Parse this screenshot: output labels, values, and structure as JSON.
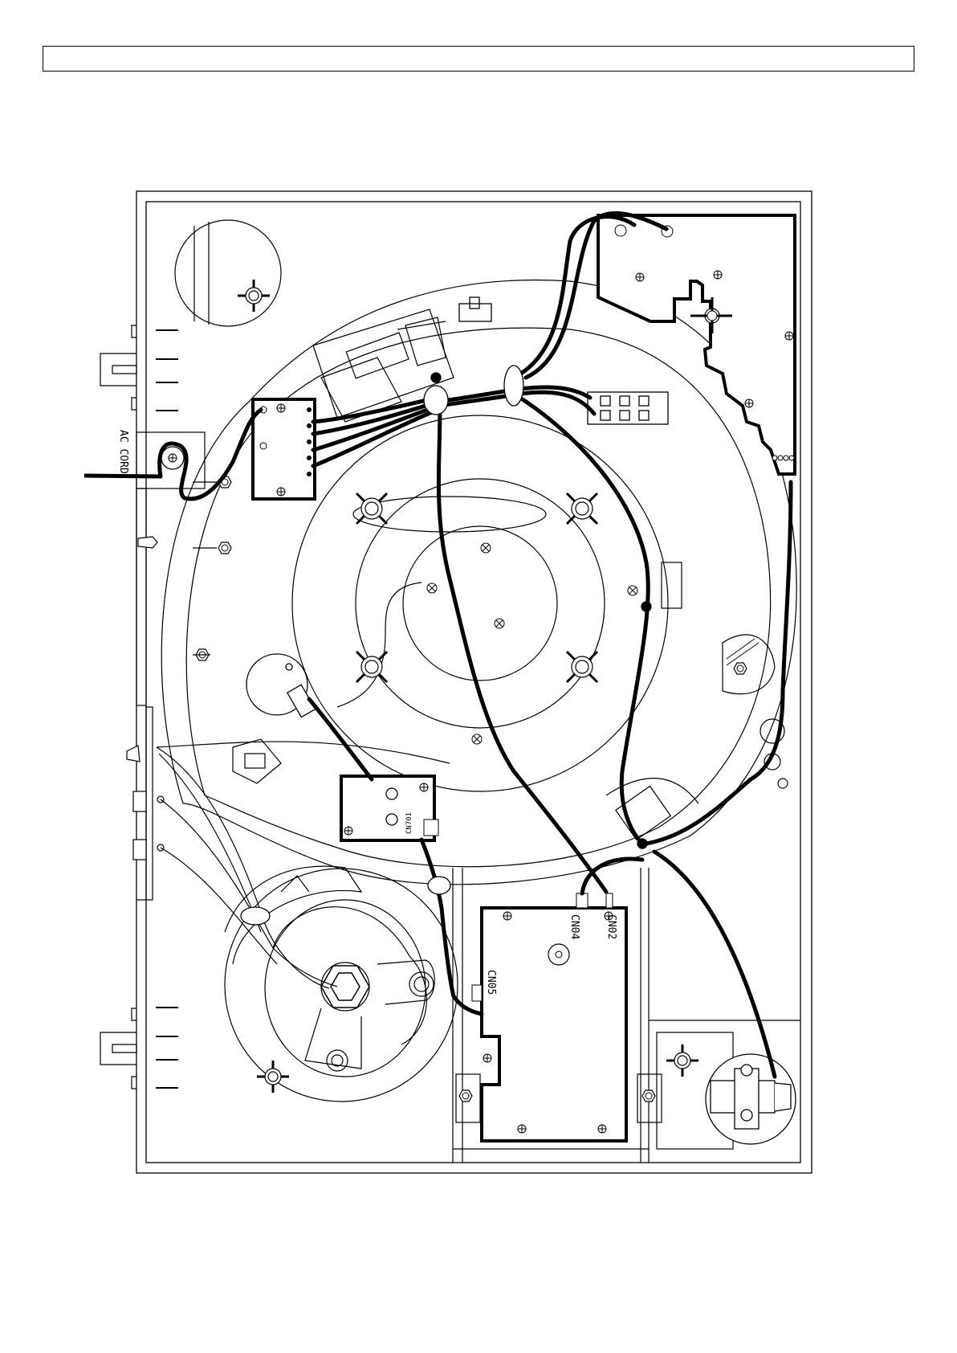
{
  "header": {
    "title": ""
  },
  "diagram": {
    "labels": {
      "ac_cord": "AC CORD",
      "cn02": "CN02",
      "cn04": "CN04",
      "cn05": "CN05",
      "cn701": "CN701"
    },
    "colors": {
      "ink": "#000000",
      "paper": "#ffffff"
    }
  }
}
